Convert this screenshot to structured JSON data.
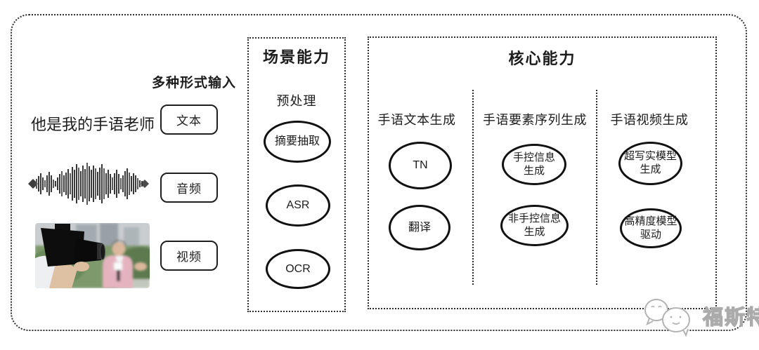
{
  "input": {
    "title": "多种形式输入",
    "sample_text": "他是我的手语老师",
    "items": [
      {
        "label": "文本"
      },
      {
        "label": "音频"
      },
      {
        "label": "视频"
      }
    ]
  },
  "scene": {
    "title": "场景能力",
    "subtitle": "预处理",
    "nodes": [
      "摘要抽取",
      "ASR",
      "OCR"
    ]
  },
  "core": {
    "title": "核心能力",
    "columns": [
      {
        "header": "手语文本生成",
        "nodes": [
          "TN",
          "翻译"
        ]
      },
      {
        "header": "手语要素序列生成",
        "nodes": [
          "手控信息\n生成",
          "非手控信息\n生成"
        ]
      },
      {
        "header": "手语视频生成",
        "nodes": [
          "超写实模型\n生成",
          "高精度模型\n驱动"
        ]
      }
    ]
  },
  "watermark": {
    "text": "福斯特"
  },
  "colors": {
    "stroke": "#1f1f1f",
    "dotted_border": "#2e2e2e",
    "watermark_gray": "#ababab"
  }
}
